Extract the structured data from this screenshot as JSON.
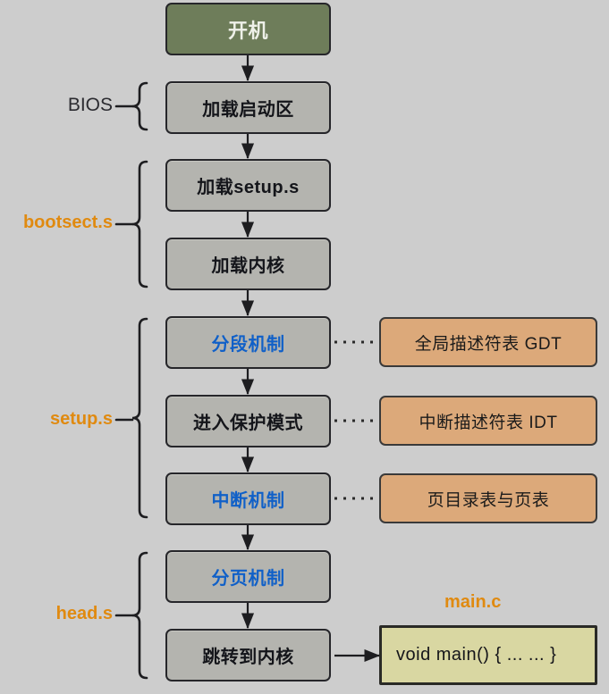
{
  "diagram": {
    "title": "Linux boot flow",
    "background_color": "#cdcdcd",
    "colors": {
      "start_box": "#6e7d5a",
      "step_box": "#b4b4af",
      "side_box": "#dca97a",
      "code_box": "#d9d7a2",
      "accent_orange": "#e08a10",
      "accent_blue": "#1060c8",
      "stroke": "#26262a"
    }
  },
  "flow": {
    "nodes": [
      {
        "id": "boot",
        "label": "开机",
        "kind": "start"
      },
      {
        "id": "load_mbr",
        "label": "加载启动区",
        "kind": "step"
      },
      {
        "id": "load_setup",
        "label": "加载setup.s",
        "kind": "step"
      },
      {
        "id": "load_kernel",
        "label": "加载内核",
        "kind": "step"
      },
      {
        "id": "segmentation",
        "label": "分段机制",
        "kind": "step-blue"
      },
      {
        "id": "protected",
        "label": "进入保护模式",
        "kind": "step"
      },
      {
        "id": "interrupt",
        "label": "中断机制",
        "kind": "step-blue"
      },
      {
        "id": "paging",
        "label": "分页机制",
        "kind": "step-blue"
      },
      {
        "id": "jump_kernel",
        "label": "跳转到内核",
        "kind": "step"
      }
    ]
  },
  "side_notes": [
    {
      "id": "gdt",
      "label": "全局描述符表 GDT",
      "attached_to": "segmentation"
    },
    {
      "id": "idt",
      "label": "中断描述符表 IDT",
      "attached_to": "protected"
    },
    {
      "id": "pg",
      "label": "页目录表与页表",
      "attached_to": "interrupt"
    }
  ],
  "groups": [
    {
      "id": "bios",
      "label": "BIOS",
      "style": "plain",
      "covers": [
        "load_mbr"
      ]
    },
    {
      "id": "bootsect",
      "label": "bootsect.s",
      "style": "accent",
      "covers": [
        "load_setup",
        "load_kernel"
      ]
    },
    {
      "id": "setup",
      "label": "setup.s",
      "style": "accent",
      "covers": [
        "segmentation",
        "protected",
        "interrupt"
      ]
    },
    {
      "id": "head",
      "label": "head.s",
      "style": "accent",
      "covers": [
        "paging",
        "jump_kernel"
      ]
    }
  ],
  "code_block": {
    "caption": "main.c",
    "code": "void main() { ... ... }"
  }
}
